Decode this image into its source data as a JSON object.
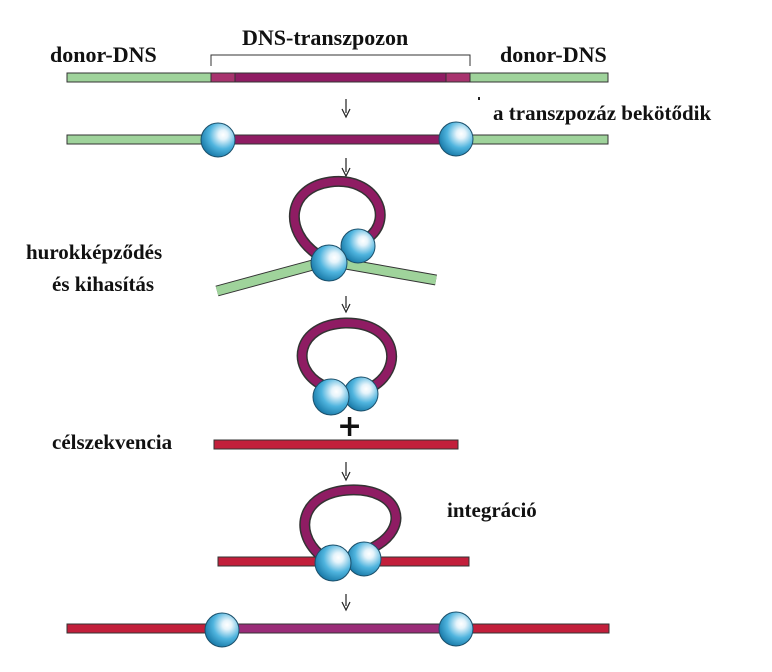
{
  "labels": {
    "donor_left": "donor-DNS",
    "transposon": "DNS-transzpozon",
    "donor_right": "donor-DNS",
    "transposase_binds": "a transzpozáz bekötődik",
    "loop_line1": "hurokképződés",
    "loop_line2": "és kihasítás",
    "plus": "+",
    "target_sequence": "célszekvencia",
    "integration": "integráció"
  },
  "colors": {
    "donor_dna": "#9fd39b",
    "transposon": "#8f1c63",
    "transposon_end": "#a8336e",
    "target_dna": "#c21f3b",
    "outline": "#333333",
    "protein_light": "#e6f4fb",
    "protein_mid": "#4fb4de",
    "protein_dark": "#0f6f9e"
  }
}
